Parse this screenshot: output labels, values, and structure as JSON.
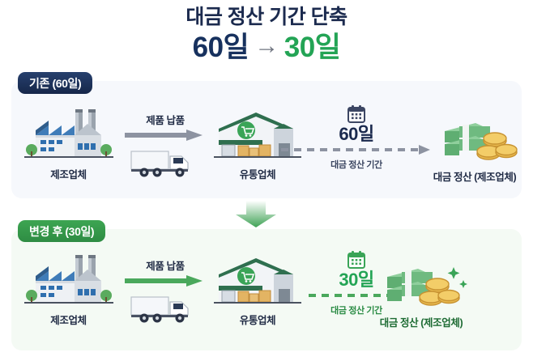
{
  "title": {
    "heading": "대금 정산 기간 단축",
    "before_value": "60일",
    "arrow": "→",
    "after_value": "30일"
  },
  "sections": [
    {
      "badge": "기존 (60일)",
      "theme_color": "#16274a",
      "nodes": {
        "manufacturer_label": "제조업체",
        "delivery_caption": "제품 납품",
        "distributor_label": "유통업체",
        "period_value": "60일",
        "period_caption": "대금 정산 기간",
        "settlement_label": "대금 정산 (제조업체)"
      }
    },
    {
      "badge": "변경 후 (30일)",
      "theme_color": "#2e8c43",
      "nodes": {
        "manufacturer_label": "제조업체",
        "delivery_caption": "제품 납품",
        "distributor_label": "유통업체",
        "period_value": "30일",
        "period_caption": "대금 정산 기간",
        "settlement_label": "대금 정산 (제조업체)"
      }
    }
  ],
  "colors": {
    "navy": "#16274a",
    "green": "#23a455",
    "title_navy": "#1b2a4e",
    "panel_old_bg": "#f6f8fc",
    "panel_new_bg": "#f4faf4",
    "arrow_gray": "#8d93a1"
  },
  "icons": {
    "factory": "factory-icon",
    "truck": "truck-icon",
    "warehouse": "warehouse-icon",
    "calendar": "calendar-icon",
    "money": "money-stack-icon",
    "sparkle": "sparkle-icon",
    "down_arrow": "down-arrow-icon"
  }
}
